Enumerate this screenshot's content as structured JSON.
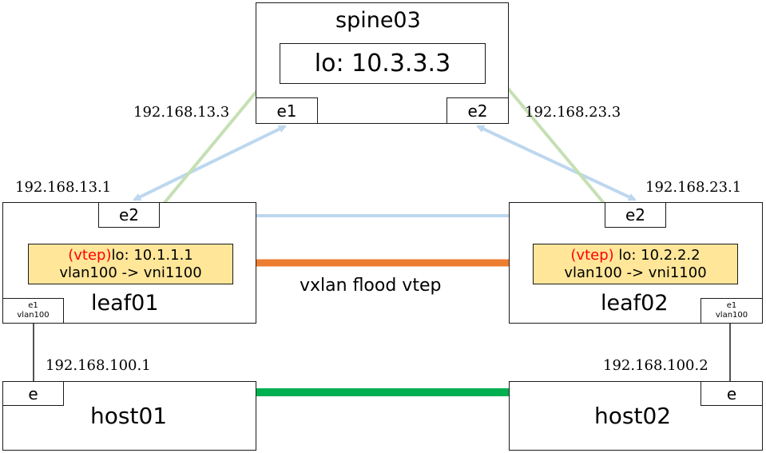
{
  "spine": {
    "name": "spine03",
    "lo": "lo: 10.3.3.3",
    "port_left": "e1",
    "port_right": "e2"
  },
  "leaf01": {
    "name": "leaf01",
    "port_top": "e2",
    "vtep_tag": "(vtep)",
    "vtep_lo": "lo: 10.1.1.1",
    "vtep_map": "vlan100 -> vni1100",
    "port_bottom_line1": "e1",
    "port_bottom_line2": "vlan100"
  },
  "leaf02": {
    "name": "leaf02",
    "port_top": "e2",
    "vtep_tag": "(vtep)",
    "vtep_lo": " lo: 10.2.2.2",
    "vtep_map": "vlan100 -> vni1100",
    "port_bottom_line1": "e1",
    "port_bottom_line2": "vlan100"
  },
  "host01": {
    "name": "host01",
    "port": "e"
  },
  "host02": {
    "name": "host02",
    "port": "e"
  },
  "ips": {
    "spine_e1": "192.168.13.3",
    "spine_e2": "192.168.23.3",
    "leaf01_e2": "192.168.13.1",
    "leaf02_e2": "192.168.23.1",
    "host01": "192.168.100.1",
    "host02": "192.168.100.2"
  },
  "links": {
    "flood_label": "vxlan flood vtep"
  },
  "colors": {
    "blue_link": "#bdd7ee",
    "green_link": "#c5e0b4",
    "orange_link": "#ed7d31",
    "host_link": "#00b050",
    "vtep_fill": "#ffe699",
    "vtep_tag": "#ff0000"
  }
}
